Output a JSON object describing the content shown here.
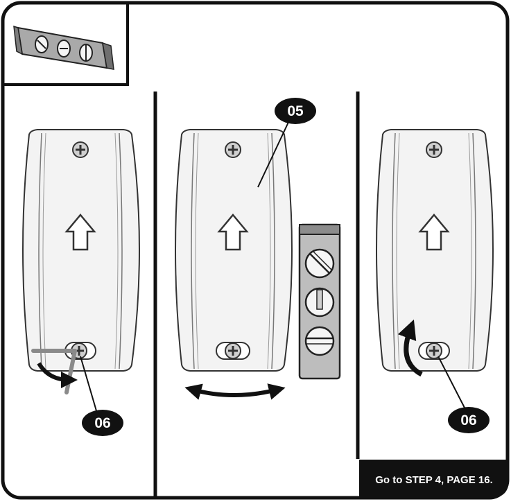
{
  "footer": {
    "instruction": "Go to STEP 4, PAGE 16."
  },
  "callouts": {
    "left_screw": "06",
    "middle_plate": "05",
    "right_screw": "06"
  },
  "colors": {
    "ink": "#111111",
    "plate": "#f3f3f3",
    "level_body": "#bdbdbd",
    "tool": "#8a8a8a",
    "screw": "#cfcfcf"
  },
  "icons": {
    "up_arrow": "up-arrow-icon",
    "screw": "phillips-screw-icon",
    "level": "spirit-level-icon",
    "rotate": "rotate-arrow-icon",
    "side_to_side": "double-arrow-icon"
  }
}
